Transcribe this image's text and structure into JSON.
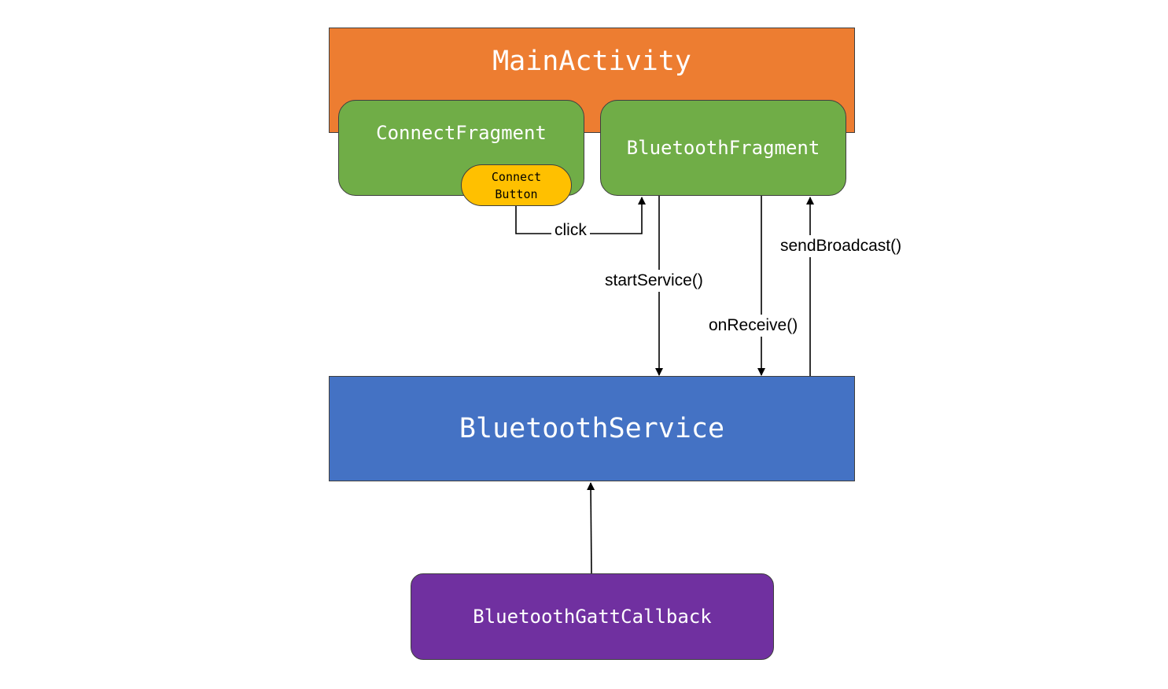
{
  "nodes": {
    "main_activity": "MainActivity",
    "connect_fragment": "ConnectFragment",
    "connect_button_line1": "Connect",
    "connect_button_line2": "Button",
    "bluetooth_fragment": "BluetoothFragment",
    "bluetooth_service": "BluetoothService",
    "gatt_callback": "BluetoothGattCallback"
  },
  "edges": {
    "click": "click",
    "start_service": "startService()",
    "on_receive": "onReceive()",
    "send_broadcast": "sendBroadcast()"
  },
  "colors": {
    "main_activity": "#ed7d31",
    "fragment": "#70ad47",
    "button": "#ffc000",
    "service": "#4472c4",
    "callback": "#7030a0"
  }
}
